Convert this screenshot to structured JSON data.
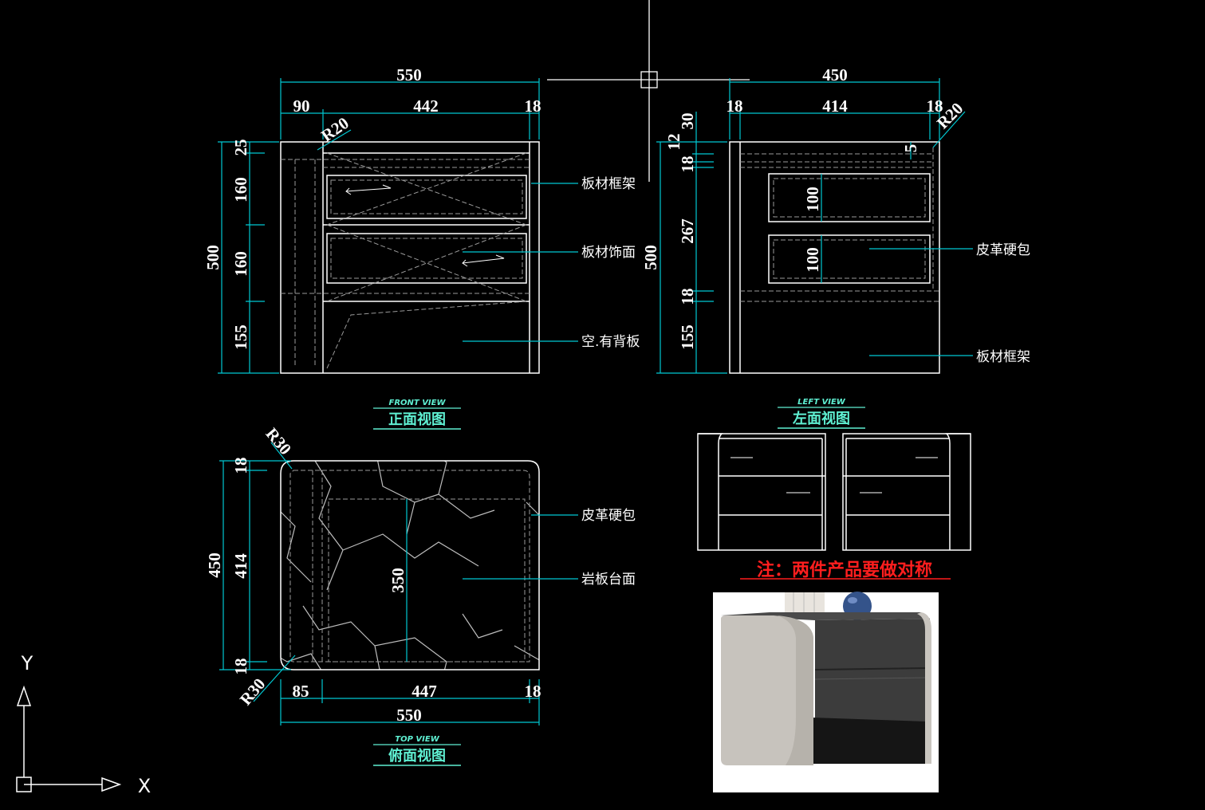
{
  "front_view": {
    "title": "正面视图",
    "subtitle": "FRONT VIEW",
    "dims": {
      "total_width": "550",
      "left": "90",
      "middle": "442",
      "right": "18",
      "total_height": "500",
      "h_top": "25",
      "h_drawer1": "160",
      "h_drawer2": "160",
      "h_bottom": "155",
      "radius": "R20"
    },
    "labels": {
      "frame": "板材框架",
      "facing": "板材饰面",
      "open_back": "空.有背板"
    }
  },
  "left_view": {
    "title": "左面视图",
    "subtitle": "LEFT VIEW",
    "dims": {
      "total_width": "450",
      "left": "18",
      "middle": "414",
      "right": "18",
      "radius": "R20",
      "total_height": "500",
      "h30": "30",
      "h12": "12",
      "h18a": "18",
      "h267": "267",
      "h18b": "18",
      "h155": "155",
      "d5": "5",
      "d100a": "100",
      "d100b": "100"
    },
    "labels": {
      "leather": "皮革硬包",
      "frame": "板材框架"
    }
  },
  "top_view": {
    "title": "俯面视图",
    "subtitle": "TOP VIEW",
    "dims": {
      "total_height": "450",
      "h_top": "18",
      "h_mid": "414",
      "h_bot": "18",
      "radius_top": "R30",
      "radius_bot": "R30",
      "depth": "350",
      "w_left": "85",
      "w_mid": "447",
      "w_right": "18",
      "total_width": "550"
    },
    "labels": {
      "leather": "皮革硬包",
      "slab": "岩板台面"
    }
  },
  "note": "注：两件产品要做对称",
  "axes": {
    "x": "X",
    "y": "Y"
  },
  "colors": {
    "background": "#000000",
    "lines": "#ffffff",
    "dimension": "#00c8d2",
    "title": "#5ff0d2",
    "note": "#ff1e1e"
  }
}
